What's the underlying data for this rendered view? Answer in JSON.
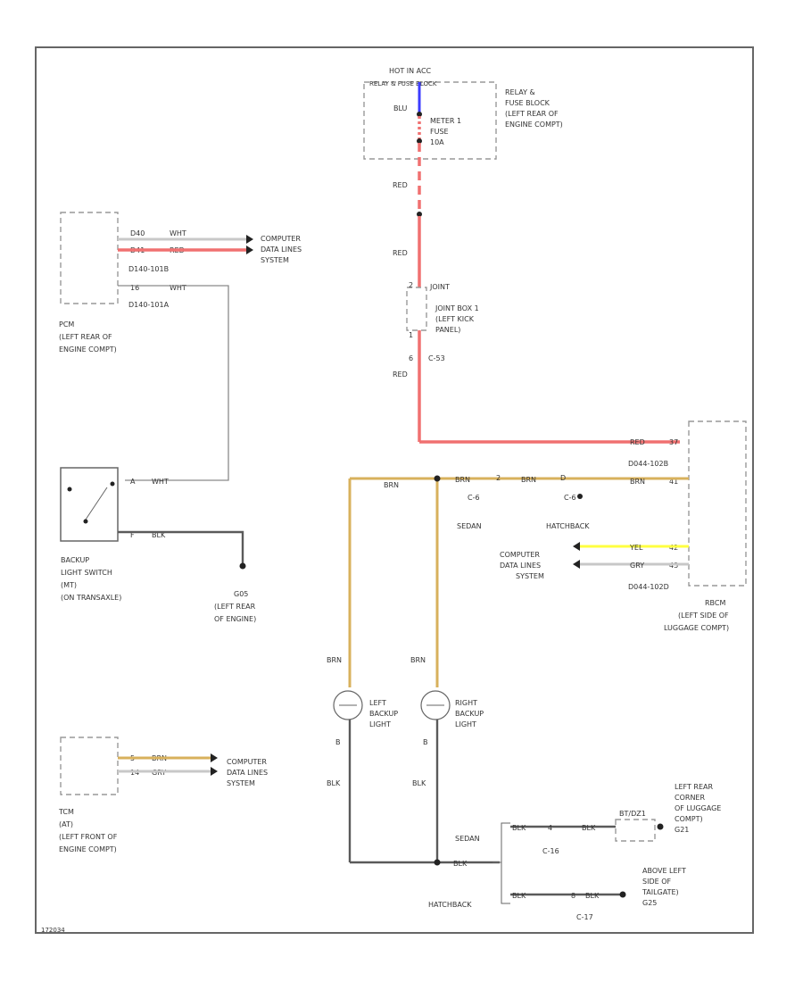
{
  "diagram_id": "172034",
  "fuse_block": {
    "hot_label_1": "HOT IN ACC",
    "hot_label_2": "RELAY & FUSE BLOCK",
    "desc_1": "RELAY &",
    "desc_2": "FUSE BLOCK",
    "desc_3": "(LEFT REAR OF",
    "desc_4": "ENGINE COMPT)",
    "fuse_1": "METER 1",
    "fuse_2": "FUSE",
    "fuse_3": "10A",
    "wire_blu": "BLU"
  },
  "pcm": {
    "pin1": "D40",
    "pin1_wire": "WHT",
    "pin2": "D41",
    "pin2_wire": "RED",
    "conn1": "D140-101B",
    "pin3": "16",
    "pin3_wire": "WHT",
    "conn2": "D140-101A",
    "name": "PCM",
    "loc1": "(LEFT REAR OF",
    "loc2": "ENGINE COMPT)"
  },
  "data_lines_1": [
    "COMPUTER",
    "DATA LINES",
    "SYSTEM"
  ],
  "joint_box": {
    "pin_top": "2",
    "top_label": "JOINT",
    "name1": "JOINT BOX 1",
    "name2": "(LEFT KICK",
    "name3": "PANEL)",
    "pin_bot": "1",
    "pin_c": "6",
    "conn": "C-53"
  },
  "red_labels": [
    "RED",
    "RED",
    "RED",
    "RED"
  ],
  "switch": {
    "pin_a": "A",
    "wire_a": "WHT",
    "pin_b": "F",
    "wire_b": "BLK",
    "name1": "BACKUP",
    "name2": "LIGHT SWITCH",
    "name3": "(MT)",
    "name4": "(ON TRANSAXLE)"
  },
  "ground_g05": [
    "G05",
    "(LEFT REAR",
    "OF ENGINE)"
  ],
  "rbcm": {
    "pin_37": "37",
    "conn1": "D044-102B",
    "pin_41": "41",
    "pin_42": "42",
    "pin_43": "43",
    "conn2": "D044-102D",
    "name1": "RBCM",
    "name2": "(LEFT SIDE OF",
    "name3": "LUGGAGE COMPT)",
    "wire_yel": "YEL",
    "wire_gry": "GRY"
  },
  "backup_row": {
    "brn_labels": [
      "BRN",
      "BRN",
      "BRN",
      "BRN"
    ],
    "c_label": "C-6",
    "sedan": "SEDAN",
    "hatchback": "HATCHBACK",
    "pin_2": "2",
    "pin_d": "D"
  },
  "data_lines_2": [
    "COMPUTER",
    "DATA LINES",
    "SYSTEM"
  ],
  "lights": {
    "left_wire": "BRN",
    "right_wire": "BRN",
    "left_name": [
      "LEFT",
      "BACKUP",
      "LIGHT"
    ],
    "right_name": [
      "RIGHT",
      "BACKUP",
      "LIGHT"
    ],
    "left_pin": "B",
    "right_pin": "B",
    "left_blk": "BLK",
    "right_blk": "BLK"
  },
  "tcm": {
    "pin1": "5",
    "pin1_wire": "BRN",
    "pin2": "14",
    "pin2_wire": "GRY",
    "name": "TCM",
    "loc1": "(AT)",
    "loc2": "(LEFT FRONT OF",
    "loc3": "ENGINE COMPT)"
  },
  "data_lines_3": [
    "COMPUTER",
    "DATA LINES",
    "SYSTEM"
  ],
  "ground_section": {
    "blk_main": "BLK",
    "sedan": "SEDAN",
    "hatchback": "HATCHBACK",
    "sedan_blk1": "BLK",
    "sedan_pin": "4",
    "sedan_blk2": "BLK",
    "sedan_conn": "C-16",
    "sedan_gnd_label": "BT/DZ1",
    "g21_text": [
      "LEFT REAR",
      "CORNER",
      "OF LUGGAGE",
      "COMPT)",
      "G21"
    ],
    "hatch_blk1": "BLK",
    "hatch_pin": "8",
    "hatch_blk2": "BLK",
    "hatch_conn": "C-17",
    "g25_text": [
      "ABOVE LEFT",
      "SIDE OF",
      "TAILGATE)",
      "G25"
    ]
  }
}
